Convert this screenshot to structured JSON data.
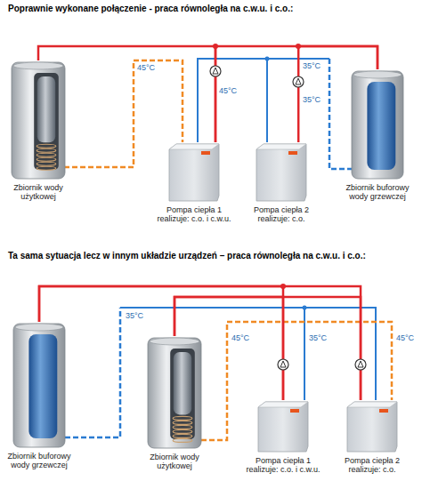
{
  "diagram": {
    "nodes": [
      {
        "text": [
          "Zbiornik wody użytkowej"
        ]
      },
      {
        "text": [
          "Pompa ciepła 1 realizuje: c.o. i c.w.u."
        ]
      },
      {
        "text": [
          "Pompa ciepła 2 realizuje: c.o."
        ]
      },
      {
        "text": [
          "Zbiornik buforowy wody grzewczej"
        ]
      },
      {
        "text": [
          "Zbiornik buforowy wody grzewczej"
        ]
      },
      {
        "text": [
          "Zbiornik wody użytkowej"
        ]
      },
      {
        "text": [
          "Pompa ciepła 1 realizuje: c.o. i c.w.u."
        ]
      },
      {
        "text": [
          "Pompa ciepła 2 realizuje: c.o."
        ]
      }
    ],
    "edges": [
      {
        "from": 0,
        "to": 1,
        "arrow": "none"
      },
      {
        "from": 1,
        "to": 3,
        "arrow": "none"
      },
      {
        "from": 2,
        "to": 3,
        "arrow": "none"
      },
      {
        "from": 4,
        "to": 6,
        "arrow": "none"
      },
      {
        "from": 4,
        "to": 7,
        "arrow": "none"
      },
      {
        "from": 5,
        "to": 6,
        "arrow": "none"
      },
      {
        "from": 5,
        "to": 7,
        "arrow": "none"
      }
    ],
    "labels": [
      "Poprawnie wykonane połączenie - praca równoległa na c.w.u. i c.o.:",
      "Ta sama sytuacja lecz w innym układzie urządzeń – praca równoległa na c.w.u. i c.o.:",
      "45°C",
      "45°C",
      "35°C",
      "35°C",
      "35°C",
      "45°C",
      "35°C",
      "45°C"
    ]
  }
}
